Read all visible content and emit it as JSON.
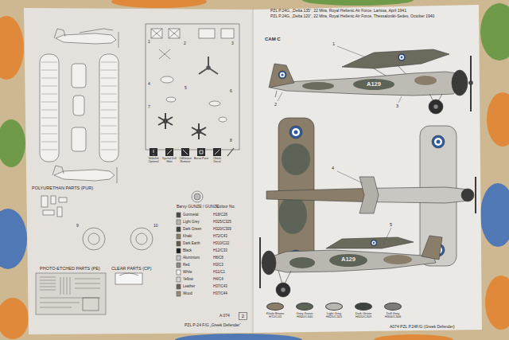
{
  "diagram": {
    "labels": [
      "PZL P.24G, „Delta 135“, 22 Mira, Royal Hellenic Air Force, Larissa, April 1941",
      "PZL P.24G, „Delta 120“, 22 Mira, Royal Hellenic Air Force, Thessaloniki-Sedes, October 1940",
      "CAM C",
      "A129",
      "A129",
      "1",
      "2",
      "3",
      "4",
      "5",
      "A074 PZL P.24F/G (Greek Defender)",
      "A 074",
      "2",
      "PZL P-24 F/G „Greek Defender“",
      "POLYURETHAN PARTS (PUR)",
      "PHOTO-ETCHED PARTS (PE)",
      "CLEAR PARTS (CP)",
      "Barvy GUNZE / GUNZE",
      "Colour No.",
      "Gunmetal",
      "H18/C28",
      "Light Grey",
      "H325/C325",
      "Dark Green",
      "H320/C309",
      "Khaki",
      "H72/C43",
      "Dark Earth",
      "H310/C22",
      "Black",
      "H12/C33",
      "Aluminium",
      "H8/C8",
      "Red",
      "H3/C3",
      "White",
      "H11/C1",
      "Yellow",
      "H4/C4",
      "Leather",
      "H37/C43",
      "Wood",
      "H37/C44",
      "Volitelně Optional",
      "Vyvrtat Drill Hole",
      "Odříznout Remove",
      "Barva Paint",
      "Obtisk Decal",
      "1",
      "2",
      "3",
      "4",
      "5",
      "6",
      "7",
      "8",
      "9",
      "10"
    ],
    "legend": [
      {
        "text": "Khaki Brown H72/C43",
        "color": "#8a7e6a"
      },
      {
        "text": "Grey Green H340/C340",
        "color": "#5d6457"
      },
      {
        "text": "Light Grey H325/C325",
        "color": "#b9b7b0"
      },
      {
        "text": "Dark Green H320/C309",
        "color": "#3e443c"
      },
      {
        "text": "Dull Grey H306/C306",
        "color": "#7d7c78"
      }
    ]
  }
}
